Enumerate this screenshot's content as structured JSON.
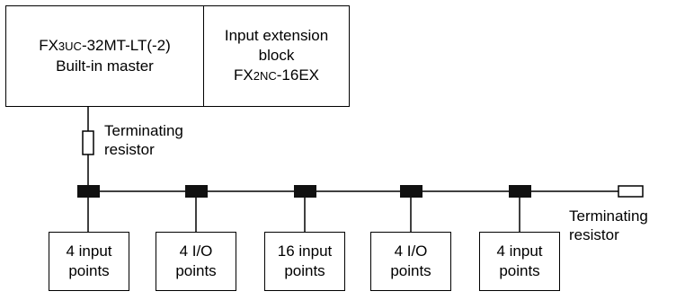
{
  "master": {
    "model_prefix": "FX",
    "model_sub": "3UC",
    "model_suffix": "-32MT-LT(-2)",
    "role": "Built-in master"
  },
  "extension": {
    "line1": "Input extension",
    "line2": "block",
    "model_prefix": "FX",
    "model_sub": "2NC",
    "model_suffix": "-16EX"
  },
  "resistor_top_label": {
    "line1": "Terminating",
    "line2": "resistor"
  },
  "resistor_right_label": {
    "line1": "Terminating",
    "line2": "resistor"
  },
  "slaves": [
    {
      "line1": "4 input",
      "line2": "points"
    },
    {
      "line1": "4 I/O",
      "line2": "points"
    },
    {
      "line1": "16 input",
      "line2": "points"
    },
    {
      "line1": "4 I/O",
      "line2": "points"
    },
    {
      "line1": "4 input",
      "line2": "points"
    }
  ],
  "colors": {
    "line": "#000000",
    "connector": "#111111",
    "background": "#ffffff"
  }
}
